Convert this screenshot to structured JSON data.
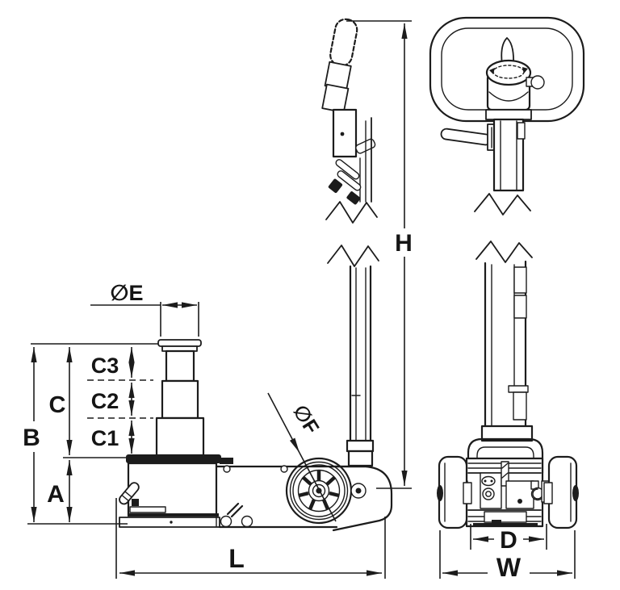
{
  "diagram": {
    "subject": "Telescopic air-hydraulic trolley jack — dimensional outline drawing",
    "colors": {
      "line": "#1c1c1c",
      "background": "#ffffff"
    },
    "views": {
      "side": "side view with operating handle",
      "front": "front view with loop handle"
    },
    "dimension_labels": {
      "A": "A",
      "B": "B",
      "C": "C",
      "C1": "C1",
      "C2": "C2",
      "C3": "C3",
      "E": "∅E",
      "F": "∅F",
      "H": "H",
      "L": "L",
      "D": "D",
      "W": "W"
    }
  }
}
